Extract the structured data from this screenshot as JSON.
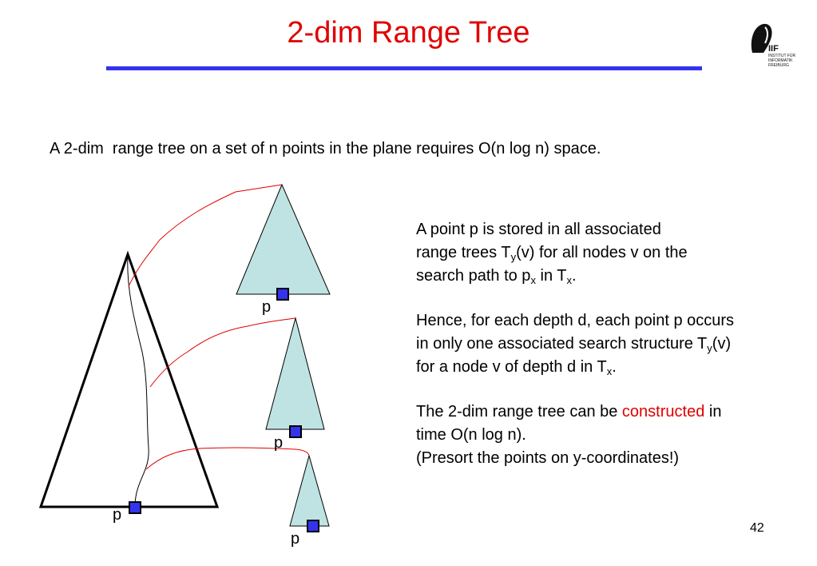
{
  "slide": {
    "title": "2-dim Range Tree",
    "intro": "A 2-dim  range tree on a set of n points in the plane requires O(n log n) space.",
    "para1": {
      "line1": "A point p is stored in all associated",
      "line2_a": "range trees T",
      "line2_sub": "y",
      "line2_b": "(v) for all nodes v on the",
      "line3_a": "search path to p",
      "line3_sub": "x",
      "line3_b": " in T",
      "line3_sub2": "x",
      "line3_c": "."
    },
    "para2": {
      "line1": "Hence, for each depth d, each point p occurs",
      "line2_a": "in only one associated search structure T",
      "line2_sub": "y",
      "line2_b": "(v)",
      "line3_a": "for a node v of depth d in T",
      "line3_sub": "x",
      "line3_c": "."
    },
    "para3": {
      "line1_a": "The 2-dim range tree can be ",
      "line1_hl": "constructed",
      "line1_b": " in",
      "line2": "time O(n log n).",
      "line3": "(Presort the points on y-coordinates!)"
    },
    "page_number": "42"
  },
  "logo": {
    "letters": "IIF",
    "caption": [
      "INSTITUT FÜR",
      "INFORMATIK",
      "FREIBURG"
    ]
  },
  "diagram": {
    "point_label": "p"
  },
  "colors": {
    "title": "#e00000",
    "rule": "#3333ee",
    "tree_fill": "#bfe3e3",
    "point_fill": "#3333ee",
    "link": "#e00000"
  }
}
